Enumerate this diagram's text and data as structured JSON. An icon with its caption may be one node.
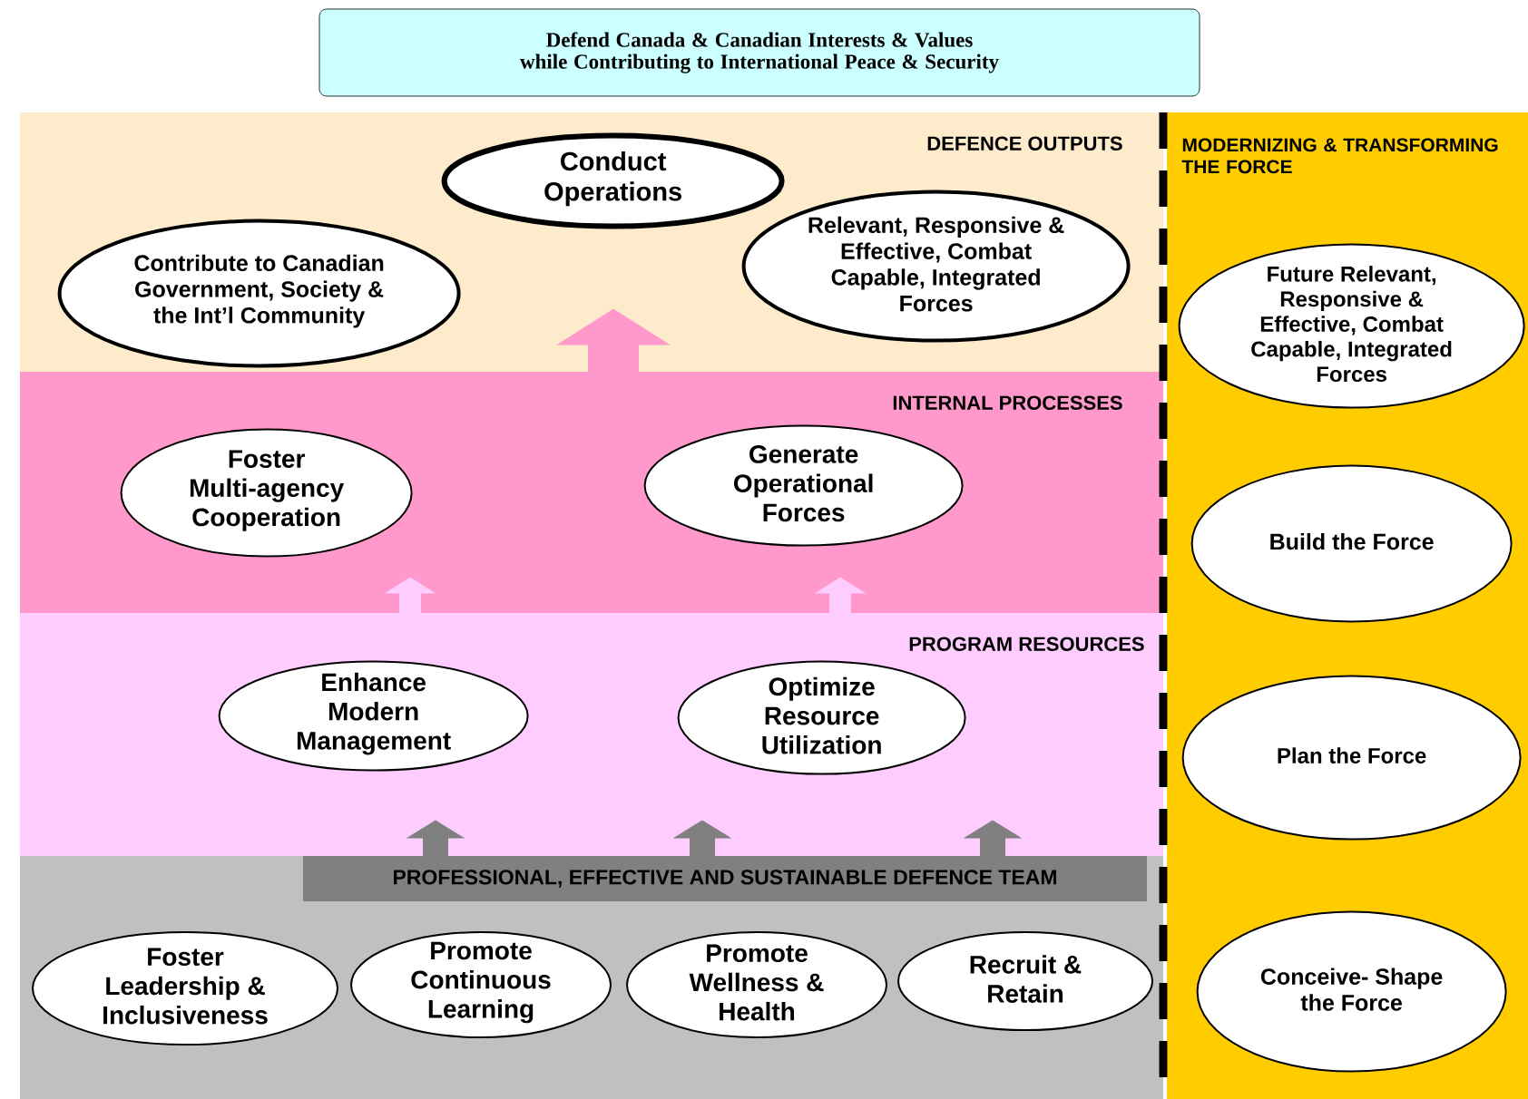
{
  "diagram": {
    "nodes": [
      {
        "text": [
          "Defend Canada & Canadian Interests & Values while Contributing to International Peace & Security"
        ]
      },
      {
        "text": [
          "DEFENCE OUTPUTS"
        ]
      },
      {
        "text": [
          "Conduct Operations"
        ],
        "in": 1
      },
      {
        "text": [
          "Contribute to Canadian Government, Society & the Int’l Community"
        ],
        "in": 1
      },
      {
        "text": [
          "Relevant, Responsive & Effective, Combat Capable, Integrated Forces"
        ],
        "in": 1
      },
      {
        "text": [
          "INTERNAL PROCESSES"
        ]
      },
      {
        "text": [
          "Foster Multi-agency Cooperation"
        ],
        "in": 5
      },
      {
        "text": [
          "Generate Operational Forces"
        ],
        "in": 5
      },
      {
        "text": [
          "PROGRAM RESOURCES"
        ]
      },
      {
        "text": [
          "Enhance Modern Management"
        ],
        "in": 8
      },
      {
        "text": [
          "Optimize Resource Utilization"
        ],
        "in": 8
      },
      {
        "text": [
          "PROFESSIONAL, EFFECTIVE AND SUSTAINABLE DEFENCE TEAM"
        ]
      },
      {
        "text": [
          "Foster Leadership & Inclusiveness"
        ]
      },
      {
        "text": [
          "Promote Continuous Learning"
        ]
      },
      {
        "text": [
          "Promote Wellness & Health"
        ]
      },
      {
        "text": [
          "Recruit & Retain"
        ]
      },
      {
        "text": [
          "MODERNIZING & TRANSFORMING THE FORCE"
        ]
      },
      {
        "text": [
          "Future Relevant, Responsive & Effective, Combat Capable, Integrated Forces"
        ],
        "in": 16
      },
      {
        "text": [
          "Build the Force"
        ],
        "in": 16
      },
      {
        "text": [
          "Plan the Force"
        ],
        "in": 16
      },
      {
        "text": [
          "Conceive- Shape the Force"
        ],
        "in": 16
      }
    ],
    "edges": [
      {
        "from": 5,
        "to": 1,
        "arrow": "to",
        "style": "thick",
        "color": "#ff99cc"
      },
      {
        "from": 8,
        "to": 5,
        "arrow": "to",
        "color": "#ffccff"
      },
      {
        "from": 8,
        "to": 5,
        "arrow": "to",
        "color": "#ffccff"
      },
      {
        "from": 11,
        "to": 8,
        "arrow": "to",
        "color": "#808080"
      },
      {
        "from": 11,
        "to": 8,
        "arrow": "to",
        "color": "#808080"
      },
      {
        "from": 11,
        "to": 8,
        "arrow": "to",
        "color": "#808080"
      }
    ]
  }
}
